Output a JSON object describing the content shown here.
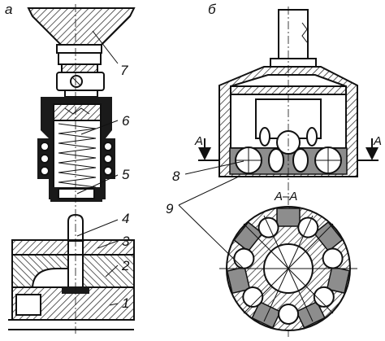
{
  "view_labels": {
    "a": "а",
    "b": "б"
  },
  "section": {
    "mark": "А",
    "title": "А–А"
  },
  "part_numbers": [
    "1",
    "2",
    "3",
    "4",
    "5",
    "6",
    "7",
    "8",
    "9"
  ]
}
